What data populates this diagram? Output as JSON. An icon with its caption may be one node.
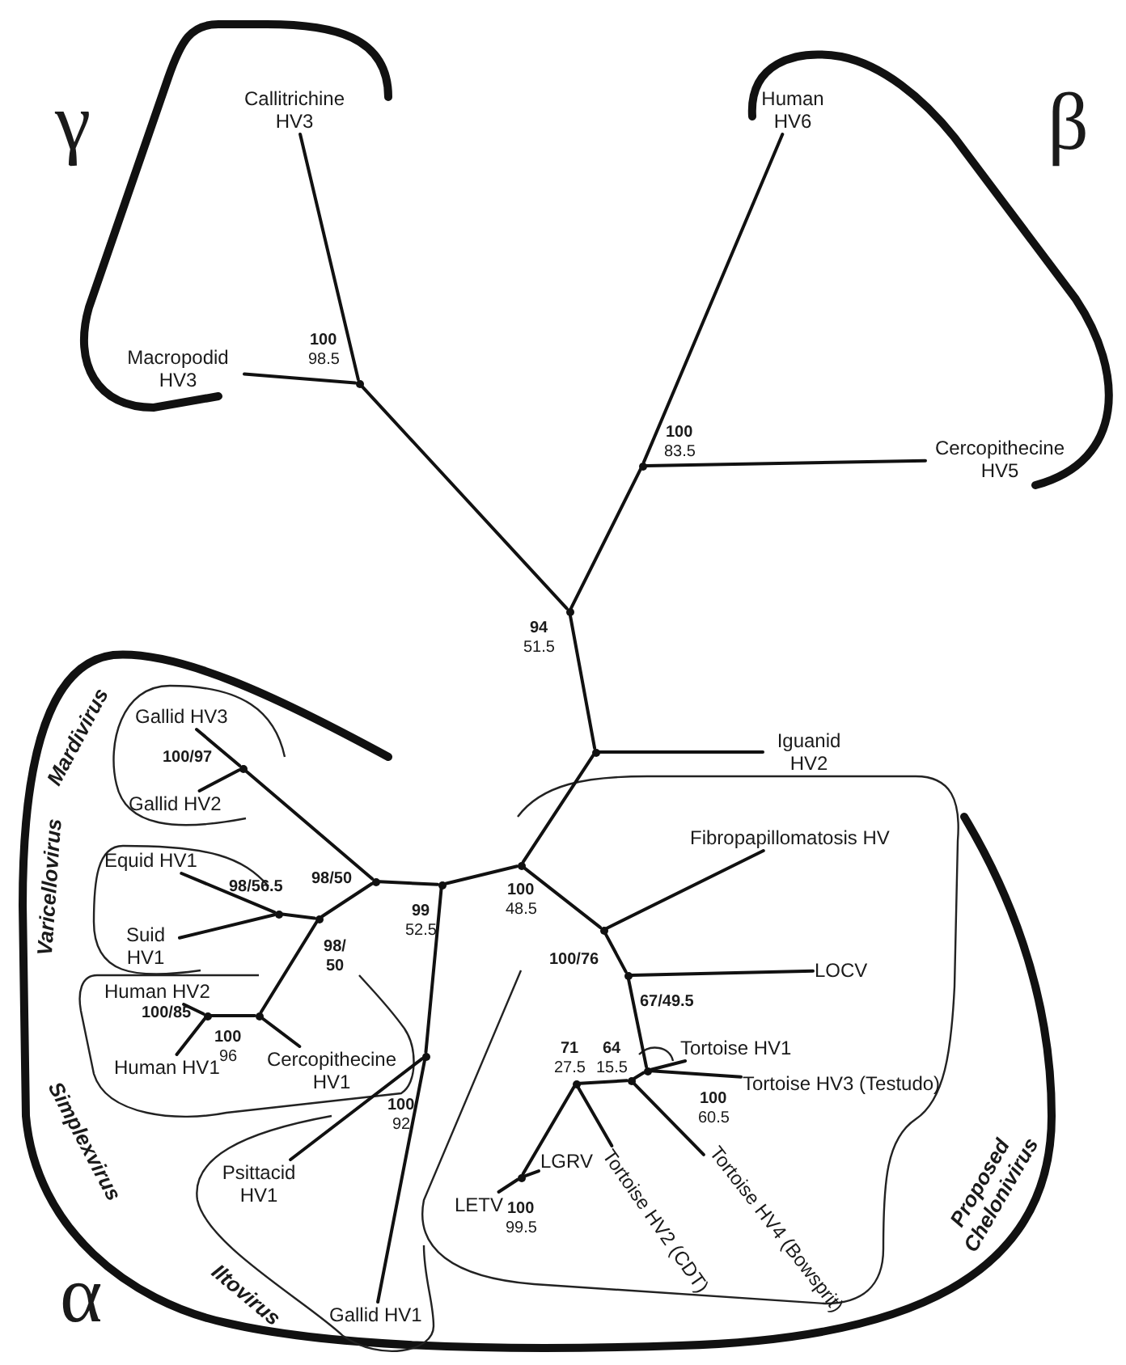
{
  "diagram": {
    "nodes": [
      {
        "text": [
          "Callitrichine HV3"
        ]
      },
      {
        "text": [
          "Human HV6"
        ]
      },
      {
        "text": [
          "Macropodid HV3"
        ]
      },
      {
        "text": [],
        "shape": "point",
        "beside": [
          "100",
          "98.5"
        ]
      },
      {
        "text": [],
        "shape": "point",
        "beside": [
          "100",
          "83.5"
        ]
      },
      {
        "text": [
          "Cercopithecine HV5"
        ]
      },
      {
        "text": [],
        "shape": "point",
        "beside": [
          "94",
          "51.5"
        ]
      },
      {
        "text": [],
        "shape": "point"
      },
      {
        "text": [
          "Iguanid HV2"
        ]
      },
      {
        "text": [
          "Gallid HV3"
        ]
      },
      {
        "text": [],
        "shape": "point",
        "beside": [
          "100/97"
        ]
      },
      {
        "text": [
          "Gallid HV2"
        ]
      },
      {
        "text": [
          "Equid HV1"
        ]
      },
      {
        "text": [],
        "shape": "point",
        "beside": [
          "98/56.5"
        ]
      },
      {
        "text": [
          "Suid HV1"
        ]
      },
      {
        "text": [],
        "shape": "point",
        "beside": [
          "98/50"
        ]
      },
      {
        "text": [],
        "shape": "point",
        "beside": [
          "98/ 50"
        ]
      },
      {
        "text": [],
        "shape": "point",
        "beside": [
          "99",
          "52.5"
        ]
      },
      {
        "text": [],
        "shape": "point",
        "beside": [
          "100",
          "48.5"
        ]
      },
      {
        "text": [
          "Human HV2"
        ]
      },
      {
        "text": [],
        "shape": "point",
        "beside": [
          "100/85"
        ]
      },
      {
        "text": [],
        "shape": "point",
        "beside": [
          "100",
          "96"
        ]
      },
      {
        "text": [
          "Cercopithecine HV1"
        ]
      },
      {
        "text": [
          "Human HV1"
        ]
      },
      {
        "text": [],
        "shape": "point",
        "beside": [
          "100",
          "92"
        ]
      },
      {
        "text": [
          "Psittacid HV1"
        ]
      },
      {
        "text": [
          "Gallid HV1"
        ]
      },
      {
        "text": [
          "Fibropapillomatosis HV"
        ]
      },
      {
        "text": [],
        "shape": "point",
        "beside": [
          "100/76"
        ]
      },
      {
        "text": [
          "LOCV"
        ]
      },
      {
        "text": [],
        "shape": "point",
        "beside": [
          "67/49.5"
        ]
      },
      {
        "text": [
          "Tortoise HV1"
        ]
      },
      {
        "text": [],
        "shape": "point",
        "beside": [
          "100",
          "60.5"
        ]
      },
      {
        "text": [
          "Tortoise HV3 (Testudo)"
        ]
      },
      {
        "text": [],
        "shape": "point",
        "beside": [
          "64",
          "15.5"
        ]
      },
      {
        "text": [
          "Tortoise HV4 (Bowsprit)"
        ]
      },
      {
        "text": [],
        "shape": "point",
        "beside": [
          "71",
          "27.5"
        ]
      },
      {
        "text": [
          "Tortoise HV2 (CDT)"
        ]
      },
      {
        "text": [
          "LGRV"
        ]
      },
      {
        "text": [],
        "shape": "point",
        "beside": [
          "100",
          "99.5"
        ]
      },
      {
        "text": [
          "LETV"
        ]
      }
    ],
    "edges": [
      {
        "from": 3,
        "to": 0,
        "arrow": "none"
      },
      {
        "from": 3,
        "to": 2,
        "arrow": "none"
      },
      {
        "from": 3,
        "to": 6,
        "arrow": "none"
      },
      {
        "from": 4,
        "to": 1,
        "arrow": "none"
      },
      {
        "from": 4,
        "to": 5,
        "arrow": "none"
      },
      {
        "from": 4,
        "to": 6,
        "arrow": "none"
      },
      {
        "from": 6,
        "to": 7,
        "arrow": "none"
      },
      {
        "from": 7,
        "to": 8,
        "arrow": "none"
      },
      {
        "from": 7,
        "to": 18,
        "arrow": "none"
      },
      {
        "from": 18,
        "to": 17,
        "arrow": "none"
      },
      {
        "from": 18,
        "to": 28,
        "arrow": "none"
      },
      {
        "from": 17,
        "to": 15,
        "arrow": "none"
      },
      {
        "from": 17,
        "to": 24,
        "arrow": "none"
      },
      {
        "from": 15,
        "to": 10,
        "arrow": "none"
      },
      {
        "from": 10,
        "to": 9,
        "arrow": "none"
      },
      {
        "from": 10,
        "to": 11,
        "arrow": "none"
      },
      {
        "from": 15,
        "to": 16,
        "arrow": "none"
      },
      {
        "from": 16,
        "to": 13,
        "arrow": "none"
      },
      {
        "from": 13,
        "to": 12,
        "arrow": "none"
      },
      {
        "from": 13,
        "to": 14,
        "arrow": "none"
      },
      {
        "from": 16,
        "to": 21,
        "arrow": "none"
      },
      {
        "from": 21,
        "to": 20,
        "arrow": "none"
      },
      {
        "from": 20,
        "to": 19,
        "arrow": "none"
      },
      {
        "from": 20,
        "to": 23,
        "arrow": "none"
      },
      {
        "from": 21,
        "to": 22,
        "arrow": "none"
      },
      {
        "from": 24,
        "to": 25,
        "arrow": "none"
      },
      {
        "from": 24,
        "to": 26,
        "arrow": "none"
      },
      {
        "from": 28,
        "to": 27,
        "arrow": "none"
      },
      {
        "from": 28,
        "to": 30,
        "arrow": "none"
      },
      {
        "from": 30,
        "to": 29,
        "arrow": "none"
      },
      {
        "from": 30,
        "to": 32,
        "arrow": "none"
      },
      {
        "from": 32,
        "to": 31,
        "arrow": "none"
      },
      {
        "from": 32,
        "to": 33,
        "arrow": "none"
      },
      {
        "from": 32,
        "to": 34,
        "arrow": "none"
      },
      {
        "from": 34,
        "to": 35,
        "arrow": "none"
      },
      {
        "from": 34,
        "to": 36,
        "arrow": "none"
      },
      {
        "from": 36,
        "to": 37,
        "arrow": "none"
      },
      {
        "from": 36,
        "to": 39,
        "arrow": "none"
      },
      {
        "from": 39,
        "to": 38,
        "arrow": "none"
      },
      {
        "from": 39,
        "to": 40,
        "arrow": "none"
      }
    ],
    "labels": [
      "γ",
      "β",
      "Mardivirus",
      "Varicellovirus",
      "Simplexvirus",
      "Iltovirus",
      "Proposed Chelonivirus",
      "α"
    ]
  }
}
